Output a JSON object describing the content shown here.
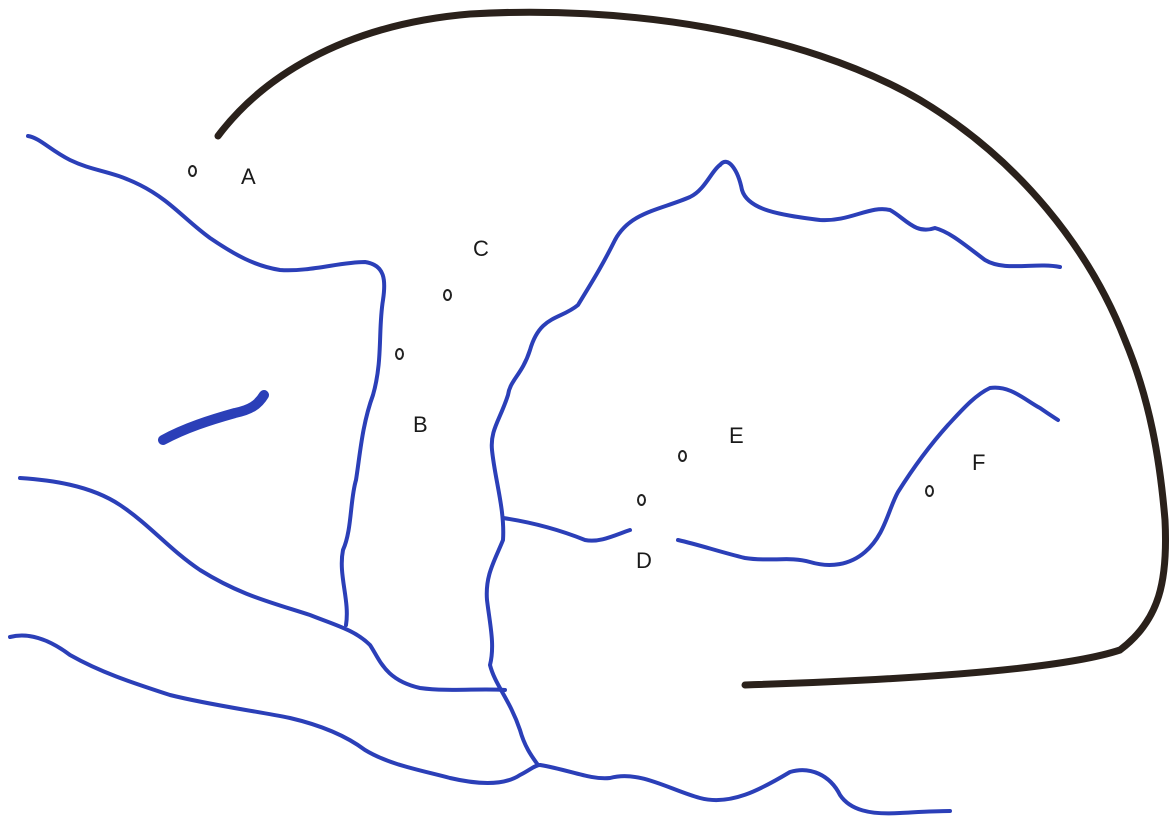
{
  "diagram": {
    "labels": {
      "a": "A",
      "b": "B",
      "c": "C",
      "d": "D",
      "e": "E",
      "f": "F"
    },
    "colors": {
      "river": "#2b3fb8",
      "boundary": "#2a211b",
      "background": "#ffffff"
    }
  }
}
